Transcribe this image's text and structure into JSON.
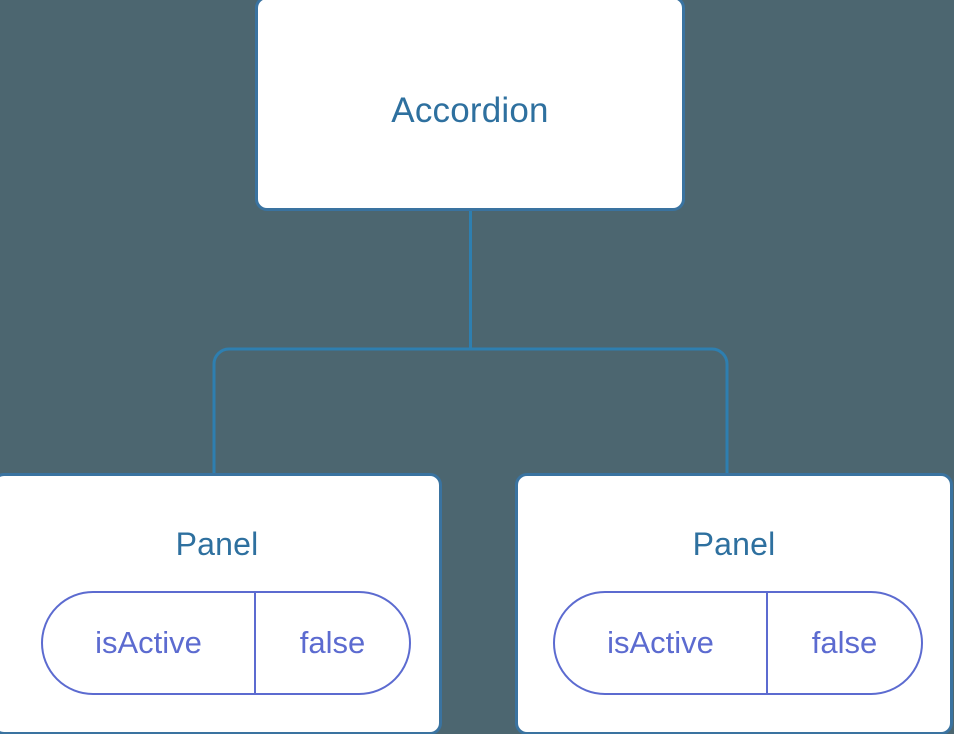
{
  "diagram": {
    "background_color": "#4c6670",
    "node_border_color": "#3a73a0",
    "node_fill_color": "#ffffff",
    "node_title_color": "#2e709f",
    "edge_color": "#2e7fb0",
    "prop_color": "#5c6bd0",
    "root": {
      "title": "Accordion"
    },
    "children": [
      {
        "title": "Panel",
        "prop": {
          "key": "isActive",
          "value": "false"
        }
      },
      {
        "title": "Panel",
        "prop": {
          "key": "isActive",
          "value": "false"
        }
      }
    ]
  }
}
